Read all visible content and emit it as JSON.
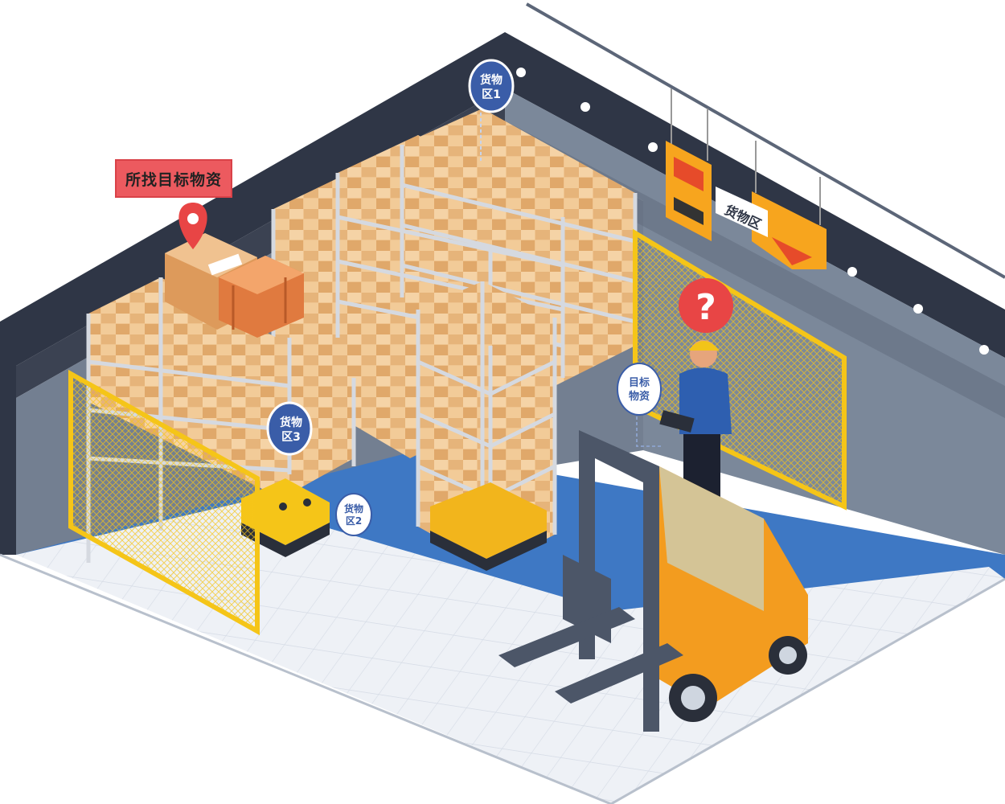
{
  "target_label": "所找目标物资",
  "zones": [
    {
      "id": "zone1",
      "line1": "货物",
      "line2": "区1"
    },
    {
      "id": "zone2",
      "line1": "货物",
      "line2": "区2"
    },
    {
      "id": "zone3",
      "line1": "货物",
      "line2": "区3"
    }
  ],
  "target_bubble": {
    "line1": "目标",
    "line2": "物资"
  },
  "wall_sign": "货物区",
  "question_mark": "?",
  "colors": {
    "wall_dark": "#2f3646",
    "wall_mid": "#6e7a8c",
    "floor_blue": "#3e78c4",
    "floor_light": "#eef1f6",
    "fence_yellow": "#f5c518",
    "box": "#e9b77c",
    "forklift": "#f39c1f",
    "marker_red": "#e84545",
    "zone_bubble": "#3a5da8"
  },
  "icons": [
    "location-pin-icon",
    "question-icon",
    "forklift",
    "agv-robot",
    "worker"
  ]
}
